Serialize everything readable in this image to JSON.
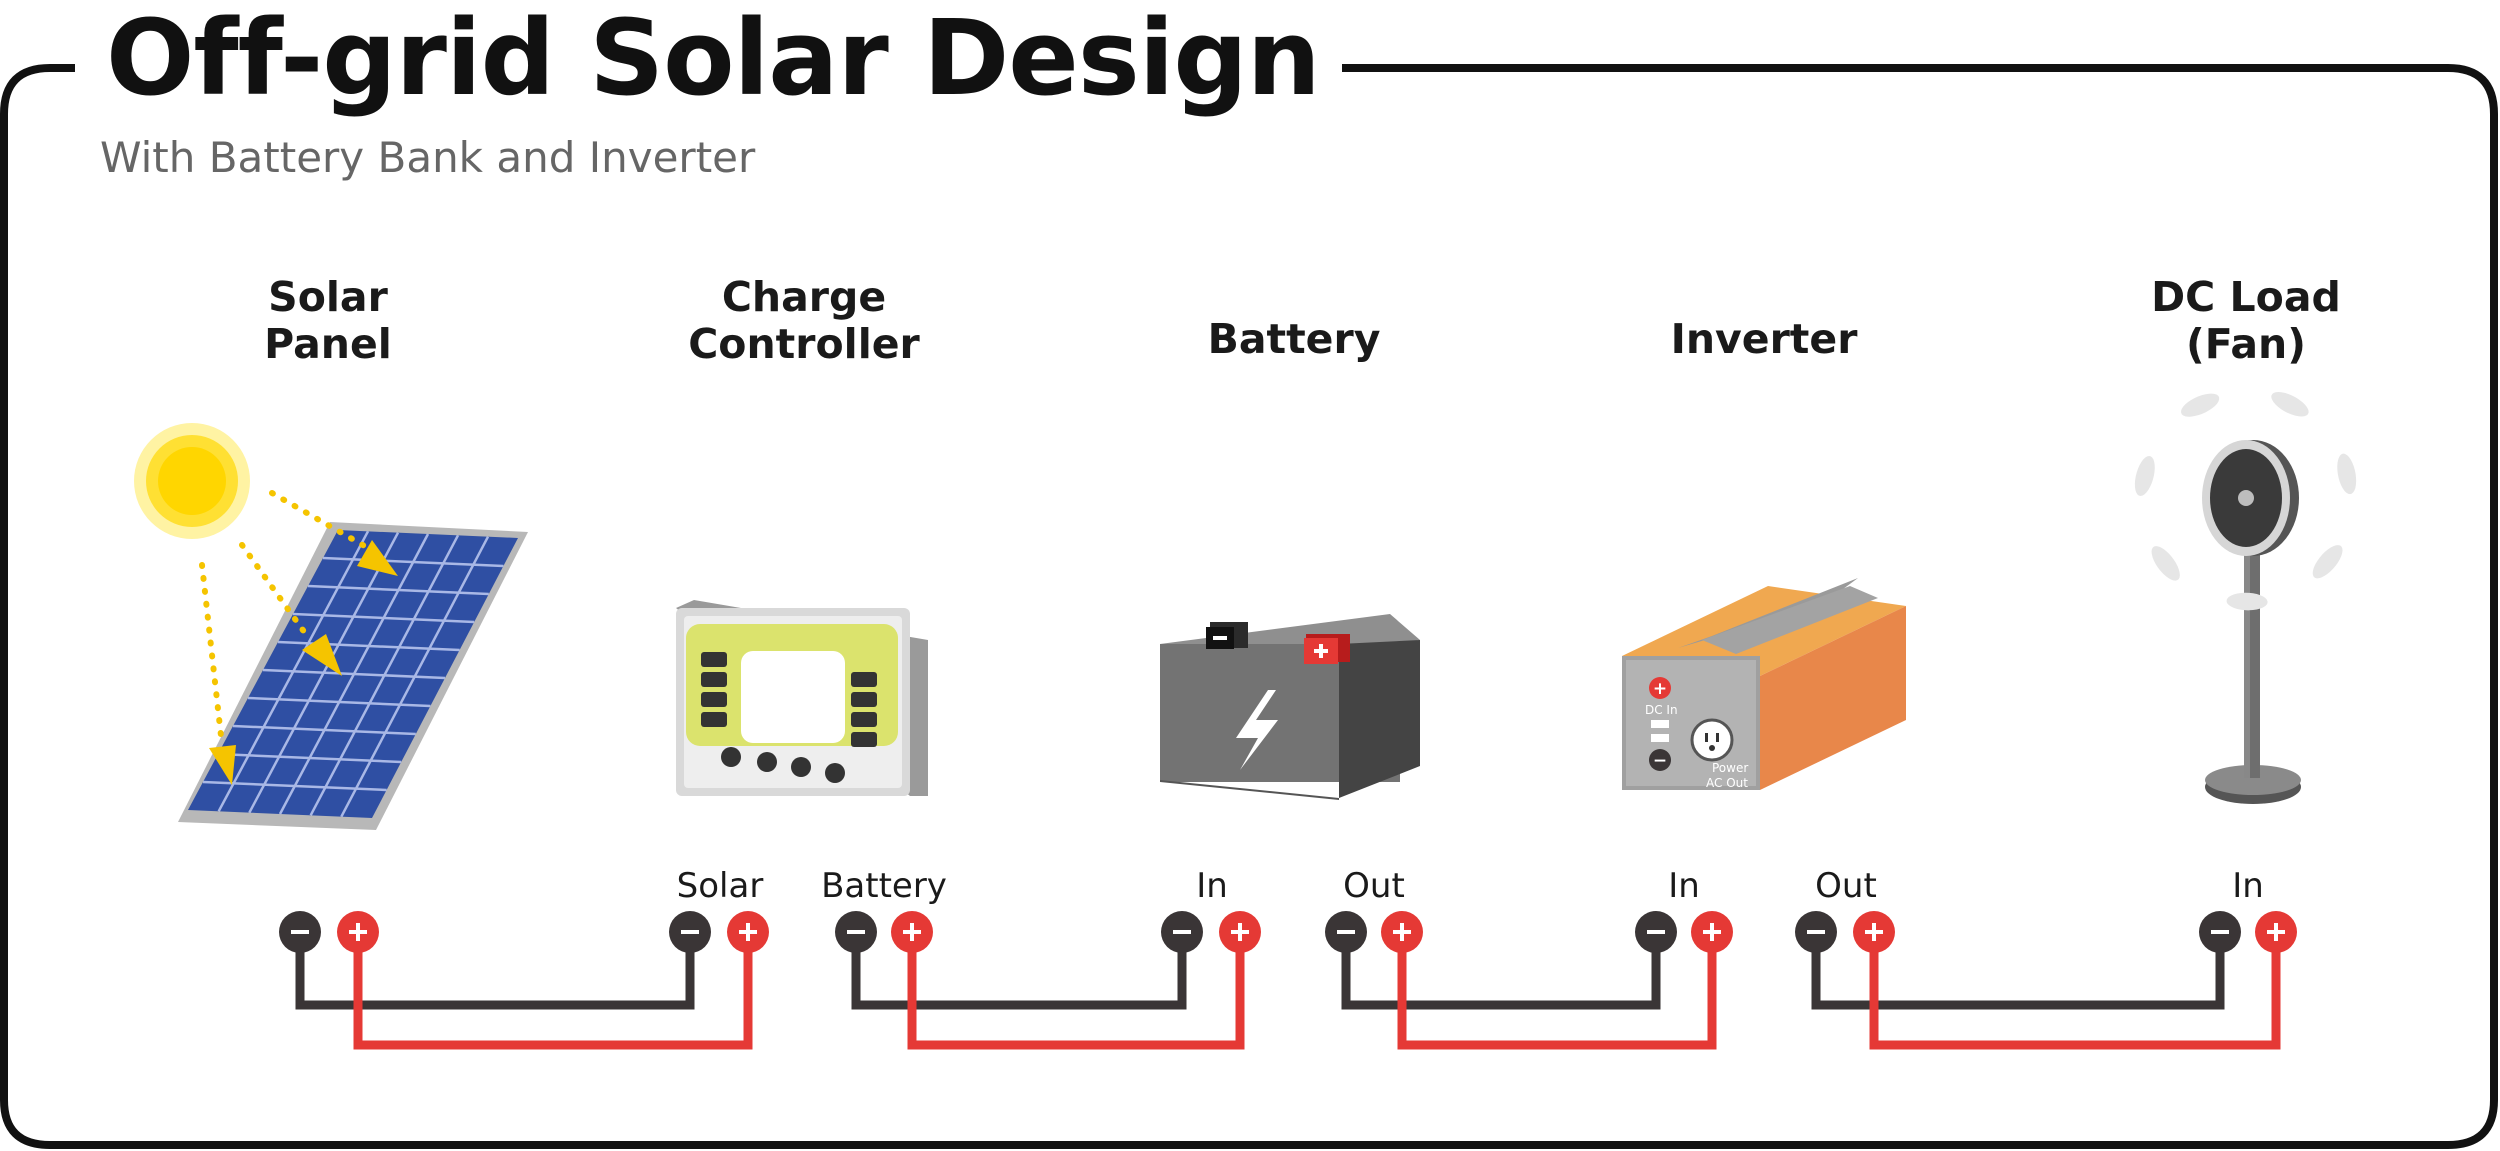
{
  "title": "Off-grid Solar Design",
  "subtitle": "With Battery Bank and Inverter",
  "colors": {
    "positive": "#e53935",
    "negative": "#3a3536",
    "frame": "#111111",
    "sun": "#ffd600",
    "panel": "#2f4fa3",
    "inverter": "#ef8b4a"
  },
  "components": [
    {
      "id": "solar-panel",
      "label_line1": "Solar",
      "label_line2": "Panel"
    },
    {
      "id": "charge-controller",
      "label_line1": "Charge",
      "label_line2": "Controller"
    },
    {
      "id": "battery",
      "label_line1": "Battery",
      "label_line2": ""
    },
    {
      "id": "inverter",
      "label_line1": "Inverter",
      "label_line2": ""
    },
    {
      "id": "dc-load",
      "label_line1": "DC Load",
      "label_line2": "(Fan)"
    }
  ],
  "terminal_labels": {
    "controller_solar": "Solar",
    "controller_battery": "Battery",
    "battery_in": "In",
    "battery_out": "Out",
    "inverter_in": "In",
    "inverter_out": "Out",
    "load_in": "In"
  },
  "inverter_panel": {
    "dc_in": "DC In",
    "power": "Power",
    "ac_out": "AC Out"
  },
  "symbols": {
    "positive": "+",
    "negative": "−"
  }
}
